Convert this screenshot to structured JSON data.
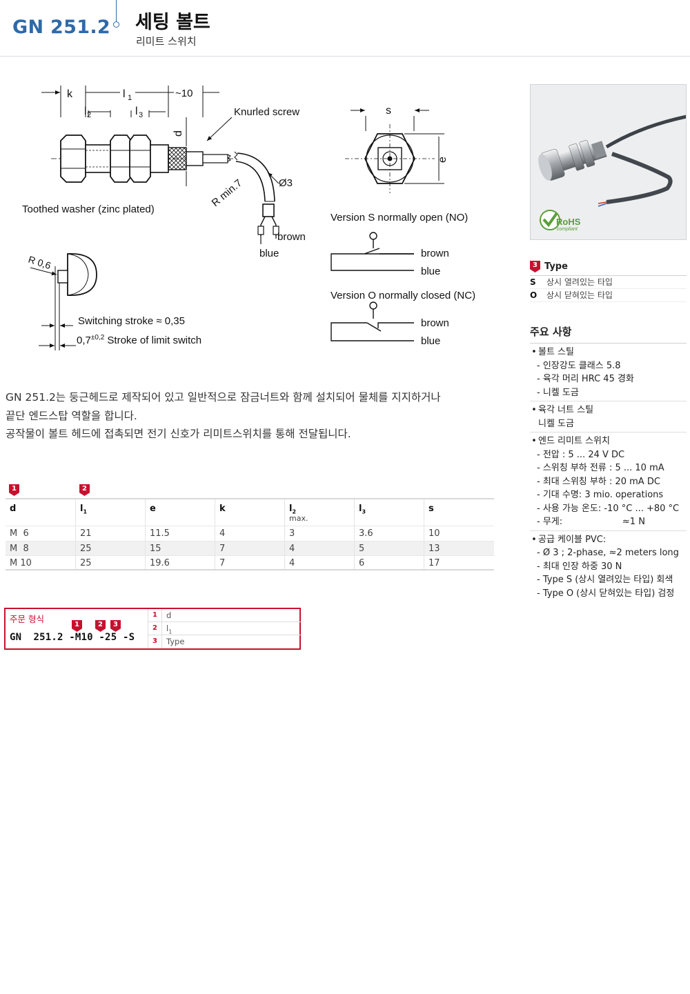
{
  "header": {
    "code": "GN 251.2",
    "title": "세팅 볼트",
    "subtitle": "리미트 스위치"
  },
  "drawing": {
    "k": "k",
    "l1": "l",
    "l1_sub": "1",
    "approx10": "~10",
    "l2": "l",
    "l2_sub": "2",
    "l3": "l",
    "l3_sub": "3",
    "d": "d",
    "knurled": "Knurled screw",
    "rmin": "R min.7",
    "dia3": "Ø3",
    "toothed": "Toothed washer (zinc plated)",
    "brown": "brown",
    "blue": "blue",
    "s": "s",
    "e": "e",
    "versionS": "Version S normally open (NO)",
    "versionO": "Version O normally closed (NC)",
    "r06": "R 0,6",
    "switching": "Switching stroke ≈ 0,35",
    "stroke_pre": "0,7",
    "stroke_tol": "±0,2",
    "stroke_post": " Stroke of limit switch"
  },
  "photo": {
    "rohs": "RoHS",
    "rohs_sub": "compliant"
  },
  "type_legend": {
    "badge": "3",
    "label": "Type",
    "rows": [
      {
        "key": "S",
        "text": "상시 열려있는 타입"
      },
      {
        "key": "O",
        "text": "상시 닫혀있는 타입"
      }
    ]
  },
  "features": {
    "title": "주요 사항",
    "g1_l1": "볼트 스틸",
    "g1_l2": "인장강도 클래스 5.8",
    "g1_l3": "육각 머리 HRC 45 경화",
    "g1_l4": "니켈 도금",
    "g2_l1": "육각 너트 스틸",
    "g2_l2": "니켈 도금",
    "g3_l1": "엔드 리미트 스위치",
    "g3_l2": "전압 : 5 ... 24 V DC",
    "g3_l3": "스위칭 부하 전류 : 5 ... 10 mA",
    "g3_l4": "최대 스위칭 부하 : 20 mA DC",
    "g3_l5": "기대 수명: 3 mio. operations",
    "g3_l6": "사용 가능 온도: -10 °C ... +80 °C",
    "g3_l7": "무게:                     ≈1 N",
    "g4_l1": "공급 케이블 PVC:",
    "g4_l2": "Ø 3 ; 2-phase, ≈2 meters long",
    "g4_l3": "최대 인장 하중 30 N",
    "g4_l4": "Type S (상시 열려있는 타입) 회색",
    "g4_l5": "Type O (상시 닫혀있는 타입) 검정"
  },
  "description": {
    "line1": "GN 251.2는 둥근헤드로 제작되어 있고 일반적으로 잠금너트와 함께 설치되어 물체를 지지하거나",
    "line2": "끝단 엔드스탑 역할을 합니다.",
    "line3": "공작물이 볼트 헤드에 접촉되면 전기 신호가 리미트스위치를 통해 전달됩니다."
  },
  "table": {
    "mark1": "1",
    "mark2": "2",
    "headers": {
      "d": "d",
      "l1": "l",
      "l1_sub": "1",
      "e": "e",
      "k": "k",
      "l2": "l",
      "l2_sub": "2",
      "l2_note": "max.",
      "l3": "l",
      "l3_sub": "3",
      "s": "s"
    },
    "rows": [
      {
        "d": "M  6",
        "l1": "21",
        "e": "11.5",
        "k": "4",
        "l2": "3",
        "l3": "3.6",
        "s": "10"
      },
      {
        "d": "M  8",
        "l1": "25",
        "e": "15",
        "k": "7",
        "l2": "4",
        "l3": "5",
        "s": "13"
      },
      {
        "d": "M 10",
        "l1": "25",
        "e": "19.6",
        "k": "7",
        "l2": "4",
        "l3": "6",
        "s": "17"
      }
    ]
  },
  "order": {
    "title": "주문 형식",
    "code": "GN  251.2 -M10 -25 -S",
    "b1": "1",
    "b2": "2",
    "b3": "3",
    "legend": [
      {
        "n": "1",
        "t": "d"
      },
      {
        "n": "2",
        "t": "l",
        "sub": "1"
      },
      {
        "n": "3",
        "t": "Type"
      }
    ]
  },
  "colors": {
    "brand_blue": "#2e6aa8",
    "accent_red": "#c8102e"
  }
}
